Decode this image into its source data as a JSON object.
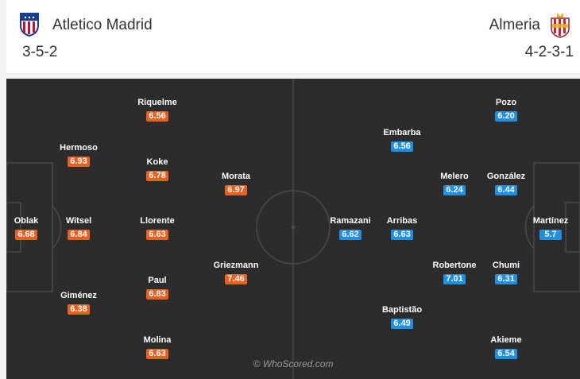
{
  "home": {
    "name": "Atletico Madrid",
    "formation": "3-5-2",
    "crest_icon": "atletico-madrid-crest",
    "rating_color": "#e96121",
    "players": [
      {
        "name": "Oblak",
        "rating": "6.68"
      },
      {
        "name": "Hermoso",
        "rating": "6.93"
      },
      {
        "name": "Witsel",
        "rating": "6.84"
      },
      {
        "name": "Giménez",
        "rating": "6.38"
      },
      {
        "name": "Riquelme",
        "rating": "6.56"
      },
      {
        "name": "Koke",
        "rating": "6.78"
      },
      {
        "name": "Llorente",
        "rating": "6.63"
      },
      {
        "name": "Paul",
        "rating": "6.83"
      },
      {
        "name": "Molina",
        "rating": "6.63"
      },
      {
        "name": "Morata",
        "rating": "6.97"
      },
      {
        "name": "Griezmann",
        "rating": "7.46"
      }
    ]
  },
  "away": {
    "name": "Almeria",
    "formation": "4-2-3-1",
    "crest_icon": "almeria-crest",
    "rating_color": "#208ee1",
    "players": [
      {
        "name": "Martínez",
        "rating": "5.7"
      },
      {
        "name": "Pozo",
        "rating": "6.20"
      },
      {
        "name": "González",
        "rating": "6.44"
      },
      {
        "name": "Chumi",
        "rating": "6.31"
      },
      {
        "name": "Akieme",
        "rating": "6.54"
      },
      {
        "name": "Melero",
        "rating": "6.24"
      },
      {
        "name": "Robertone",
        "rating": "7.01"
      },
      {
        "name": "Embarba",
        "rating": "6.56"
      },
      {
        "name": "Arribas",
        "rating": "6.63"
      },
      {
        "name": "Baptistão",
        "rating": "6.49"
      },
      {
        "name": "Ramazani",
        "rating": "6.62"
      }
    ]
  },
  "watermark": "© WhoScored.com"
}
